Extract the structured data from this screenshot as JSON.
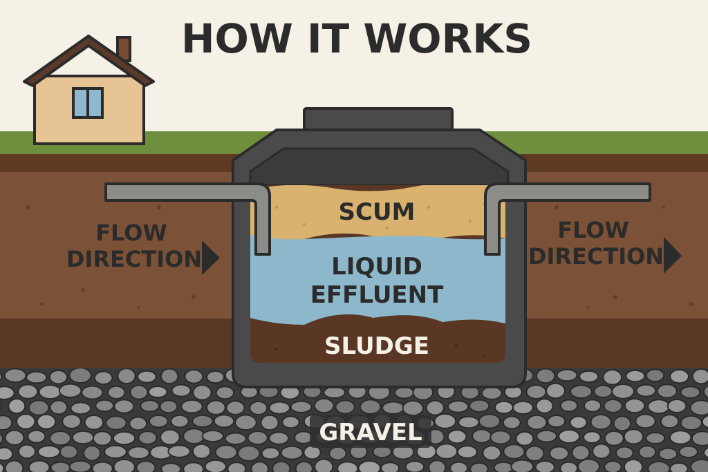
{
  "title": "HOW IT WORKS",
  "labels": {
    "scum": "SCUM",
    "effluent_line1": "LIQUID",
    "effluent_line2": "EFFLUENT",
    "sludge": "SLUDGE",
    "gravel": "GRAVEL",
    "flow_left_line1": "FLOW",
    "flow_left_line2": "DIRECTION",
    "flow_right_line1": "FLOW",
    "flow_right_line2": "DIRECTION"
  },
  "colors": {
    "sky": "#f5f1e6",
    "grass": "#6f8f3f",
    "soil_top": "#5e3a22",
    "soil": "#7b5237",
    "soil_dark": "#4a2e1d",
    "tank": "#4a4a4a",
    "tank_inner": "#3b3b3b",
    "scum": "#d9b26f",
    "effluent": "#8db8cc",
    "sludge": "#5a3724",
    "pipe": "#8c8c88",
    "gravel_bg": "#3a3a3a",
    "gravel_stone": "#8e8e8e",
    "house_wall": "#e6c493",
    "window": "#8fb8cf",
    "text_dark": "#2b2b2b"
  }
}
